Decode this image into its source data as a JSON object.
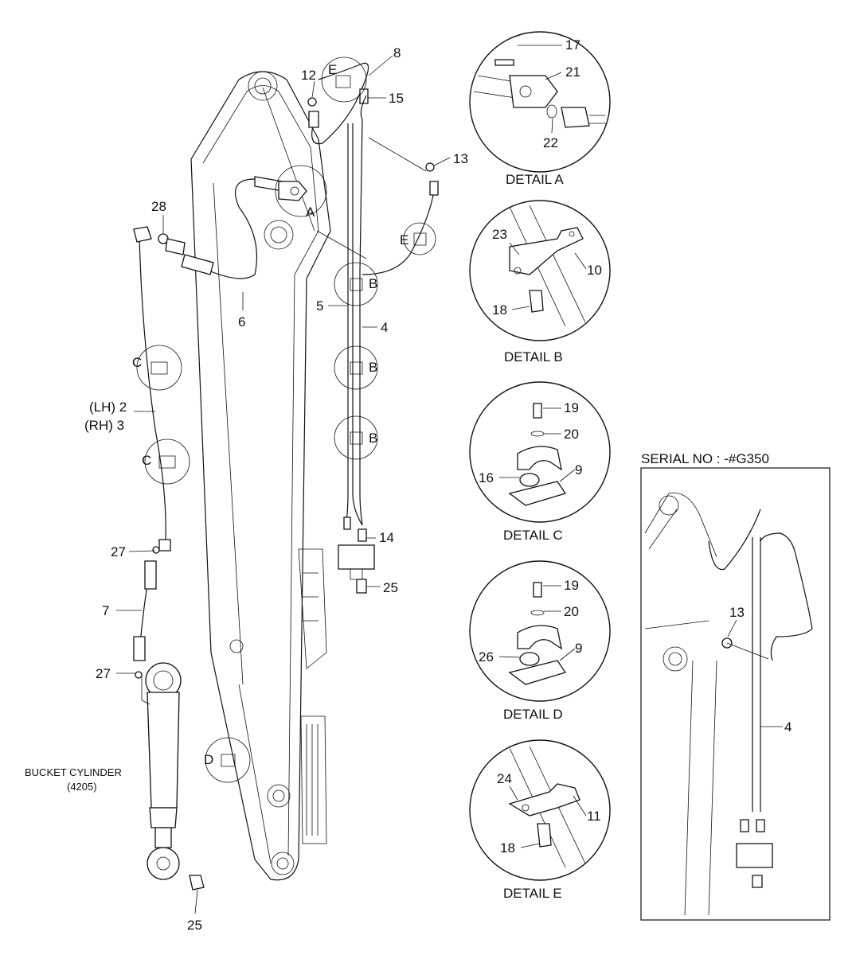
{
  "part_numbers": {
    "p2": "(LH) 2",
    "p3": "(RH) 3",
    "p4": "4",
    "p4b": "4",
    "p5": "5",
    "p6": "6",
    "p7": "7",
    "p8": "8",
    "p9c": "9",
    "p9d": "9",
    "p10": "10",
    "p11": "11",
    "p12": "12",
    "p13": "13",
    "p13b": "13",
    "p14": "14",
    "p15": "15",
    "p16": "16",
    "p17": "17",
    "p18b": "18",
    "p18e": "18",
    "p19c": "19",
    "p19d": "19",
    "p20c": "20",
    "p20d": "20",
    "p21": "21",
    "p22": "22",
    "p23": "23",
    "p24": "24",
    "p25a": "25",
    "p25b": "25",
    "p26": "26",
    "p27a": "27",
    "p27b": "27",
    "p28": "28"
  },
  "detail_letters": {
    "a": "A",
    "b1": "B",
    "b2": "B",
    "b3": "B",
    "c1": "C",
    "c2": "C",
    "d": "D",
    "e1": "E",
    "e2": "E"
  },
  "detail_titles": {
    "a": "DETAIL A",
    "b": "DETAIL B",
    "c": "DETAIL C",
    "d": "DETAIL D",
    "e": "DETAIL E"
  },
  "bucket_cylinder": {
    "label": "BUCKET CYLINDER",
    "code": "(4205)"
  },
  "serial_box": {
    "title": "SERIAL NO : -#G350"
  }
}
